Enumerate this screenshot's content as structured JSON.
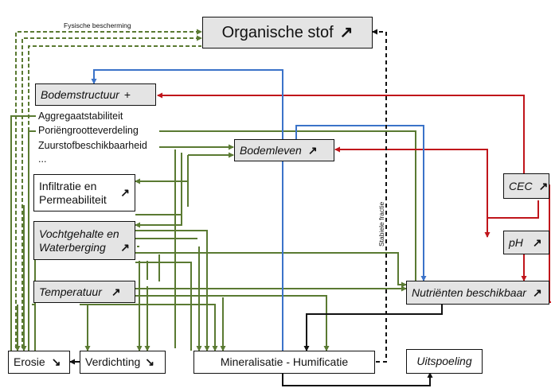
{
  "nodes": {
    "organische_stof": {
      "label": "Organische stof",
      "trend": "↗"
    },
    "bodemstructuur": {
      "label": "Bodemstructuur",
      "suffix": "+"
    },
    "aggregaat": "Aggregaatstabiliteit",
    "porien": "Poriëngrootteverdeling",
    "zuurstof": "Zuurstofbeschikbaarheid",
    "ellipsis": "...",
    "bodemleven": {
      "label": "Bodemleven",
      "trend": "↗"
    },
    "infiltratie": {
      "line1": "Infiltratie en",
      "line2": "Permeabiliteit",
      "trend": "↗"
    },
    "vocht": {
      "line1": "Vochtgehalte en",
      "line2": "Waterberging",
      "trend": "↗"
    },
    "temperatuur": {
      "label": "Temperatuur",
      "trend": "↗"
    },
    "cec": {
      "label": "CEC",
      "trend": "↗"
    },
    "ph": {
      "label": "pH",
      "trend": "↗"
    },
    "nutrienten": {
      "label": "Nutriënten beschikbaar",
      "trend": "↗"
    },
    "erosie": {
      "label": "Erosie",
      "trend": "↘"
    },
    "verdichting": {
      "label": "Verdichting",
      "trend": "↘"
    },
    "mineralisatie": {
      "label": "Mineralisatie - Humificatie"
    },
    "uitspoeling": {
      "label": "Uitspoeling"
    }
  },
  "edge_labels": {
    "fysische_bescherming": "Fysische bescherming",
    "stabiele_fractie": "Stabiele fractie"
  },
  "colors": {
    "green": "#5a7a32",
    "red": "#c0151b",
    "blue": "#3b73c9",
    "black": "#111111",
    "box_grey": "#e4e4e4"
  }
}
